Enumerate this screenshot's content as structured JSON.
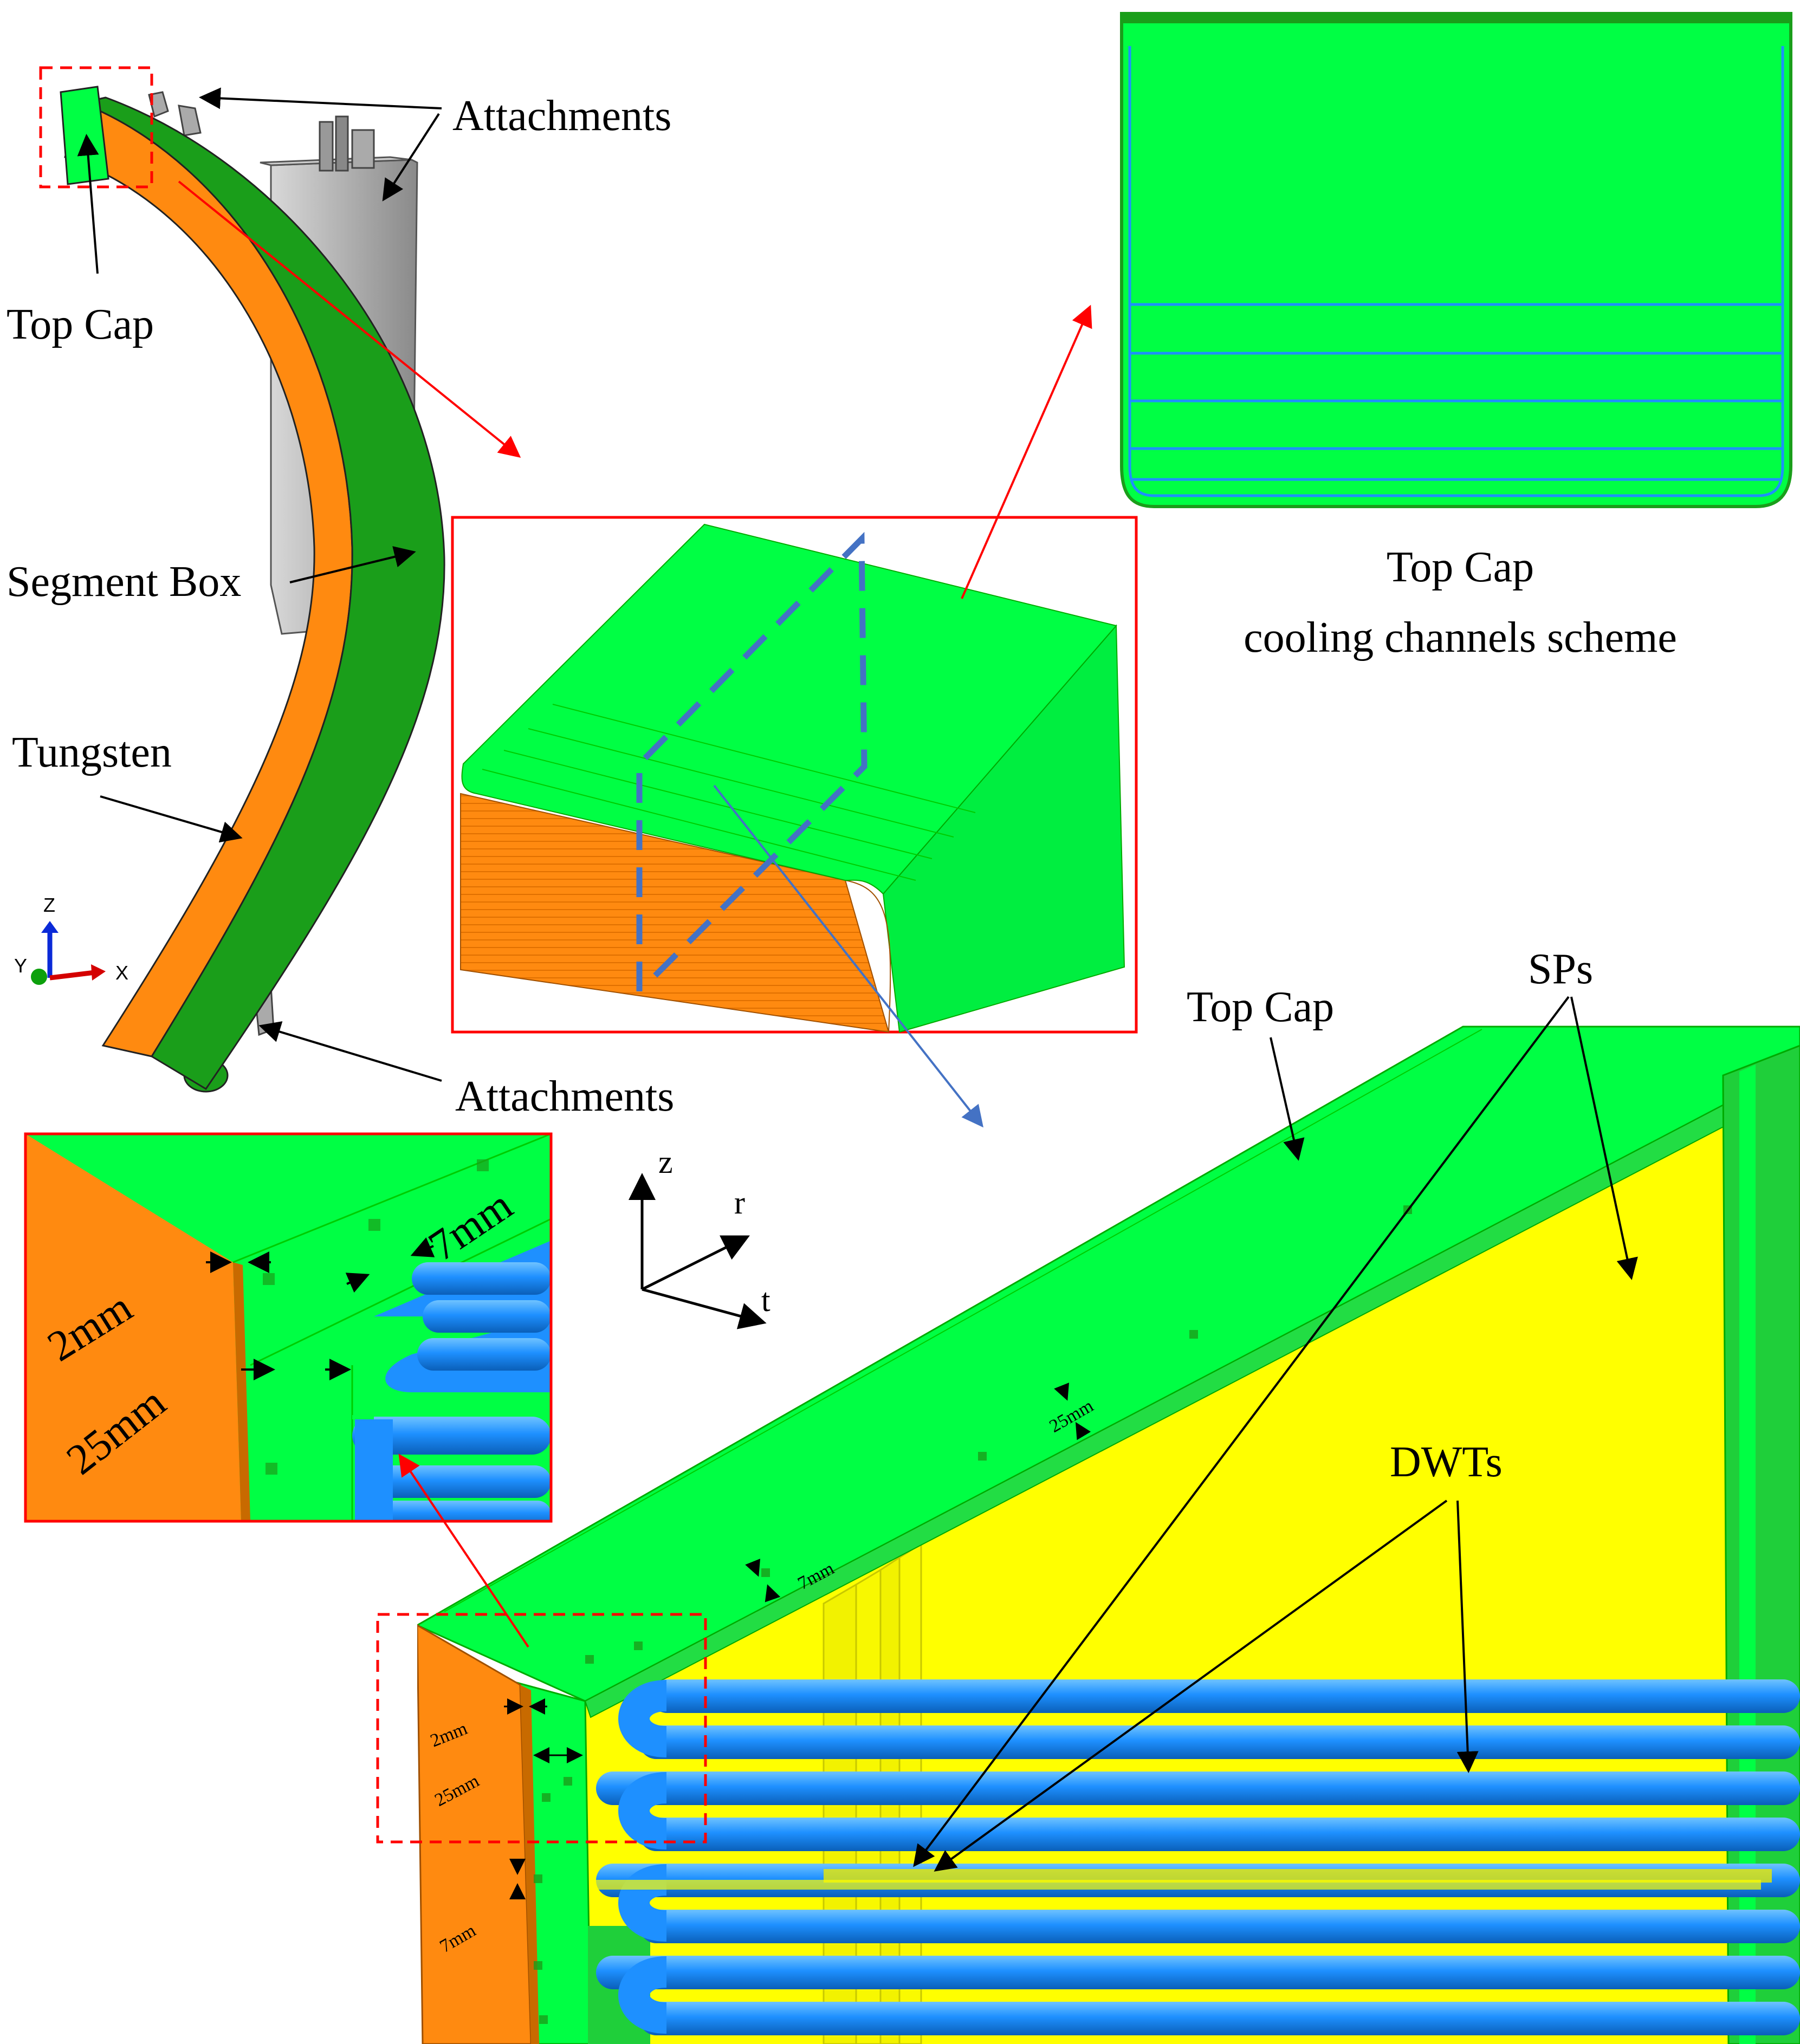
{
  "colors": {
    "green": "#00ff44",
    "dark_green": "#1a9e1a",
    "orange": "#ff8a10",
    "yellow": "#ffff00",
    "blue": "#1e90ff",
    "red": "#ff0000",
    "gray": "#b0b0b0"
  },
  "labels": {
    "attachments_top": "Attachments",
    "attachments_bottom": "Attachments",
    "top_cap_left": "Top Cap",
    "segment_box": "Segment Box",
    "tungsten": "Tungsten",
    "scheme_title_line1": "Top Cap",
    "scheme_title_line2": "cooling channels scheme",
    "top_cap_detail": "Top Cap",
    "sps": "SPs",
    "dwts": "DWTs"
  },
  "axes_xyz": {
    "z": "Z",
    "y": "Y",
    "x": "X"
  },
  "axes_zrt": {
    "z": "z",
    "r": "r",
    "t": "t"
  },
  "dimensions": {
    "inset_2mm": "2mm",
    "inset_25mm": "25mm",
    "inset_7mm": "7mm",
    "main_2mm": "2mm",
    "main_25mm_left": "25mm",
    "main_7mm_left": "7mm",
    "main_7mm_top": "7mm",
    "main_25mm_top": "25mm"
  }
}
